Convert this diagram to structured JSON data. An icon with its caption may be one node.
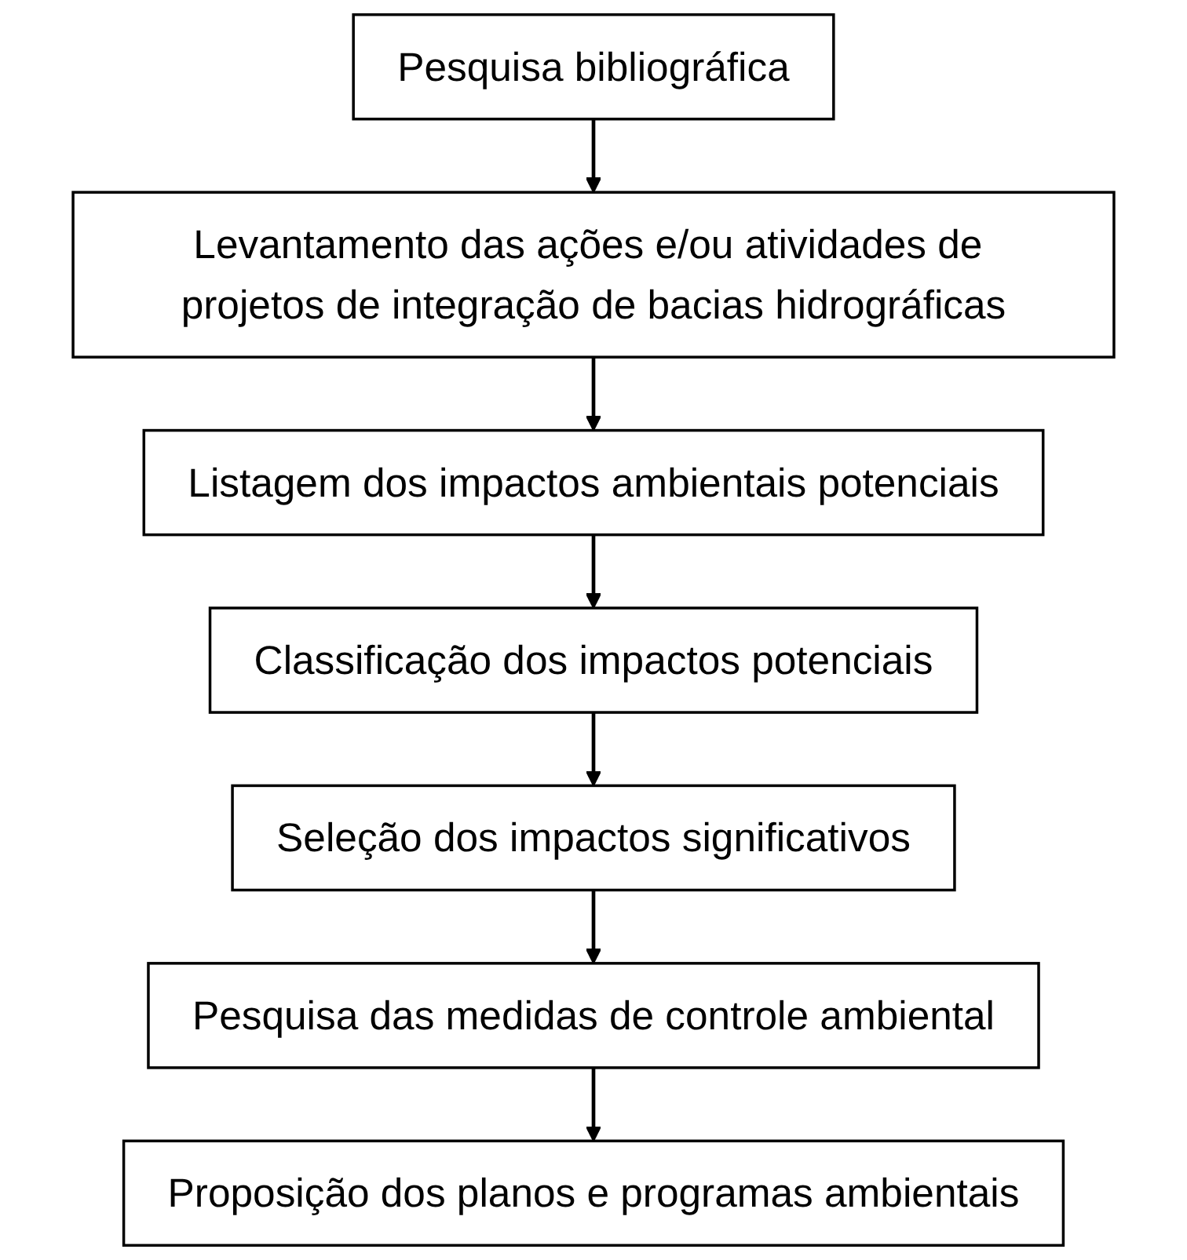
{
  "diagram": {
    "nodes": [
      {
        "text": [
          "Pesquisa bibliográfica"
        ]
      },
      {
        "text": [
          "Levantamento das ações e/ou atividades de projetos de integração de bacias hidrográficas"
        ]
      },
      {
        "text": [
          "Listagem dos impactos ambientais potenciais"
        ]
      },
      {
        "text": [
          "Classificação dos impactos potenciais"
        ]
      },
      {
        "text": [
          "Seleção dos impactos significativos"
        ]
      },
      {
        "text": [
          "Pesquisa das medidas de controle ambiental"
        ]
      },
      {
        "text": [
          "Proposição dos planos e programas ambientais"
        ]
      }
    ],
    "edges": [
      {
        "from": 0,
        "to": 1,
        "arrow": "to"
      },
      {
        "from": 1,
        "to": 2,
        "arrow": "to"
      },
      {
        "from": 2,
        "to": 3,
        "arrow": "to"
      },
      {
        "from": 3,
        "to": 4,
        "arrow": "to"
      },
      {
        "from": 4,
        "to": 5,
        "arrow": "to"
      },
      {
        "from": 5,
        "to": 6,
        "arrow": "to"
      }
    ]
  }
}
